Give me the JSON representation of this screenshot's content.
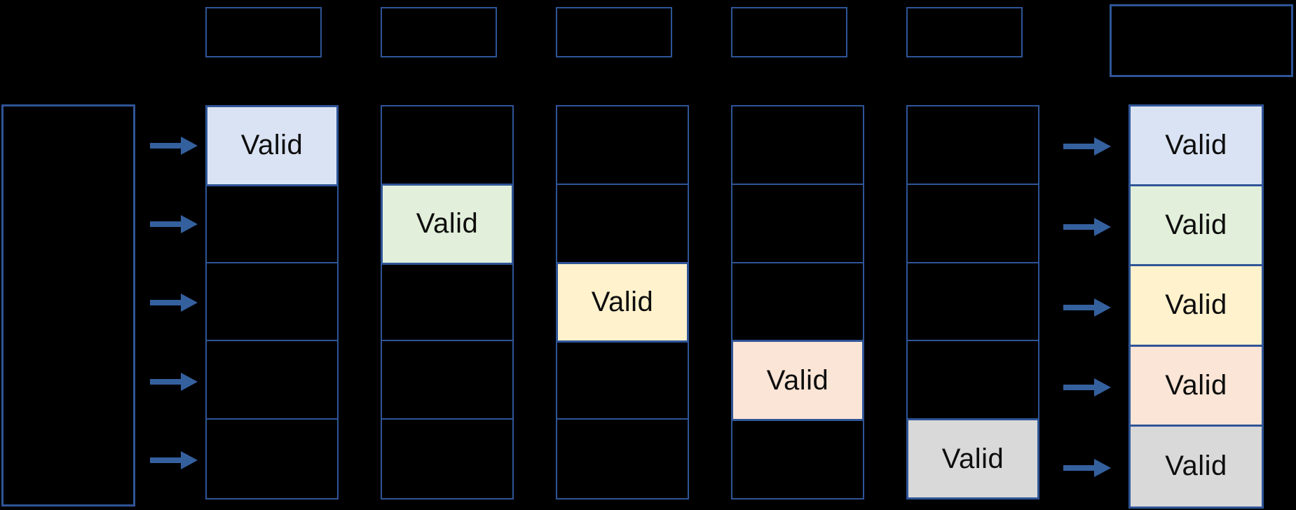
{
  "diagram": {
    "background": "#000000",
    "border_color": "#2f5597",
    "arrow_color": "#35609e",
    "text_color": "#0d0d0d",
    "fills": {
      "blue": "#dae3f3",
      "green": "#e2efda",
      "yellow": "#fff2cc",
      "orange": "#fbe5d6",
      "gray": "#d9d9d9"
    },
    "top_boxes": [
      {
        "label": ""
      },
      {
        "label": ""
      },
      {
        "label": ""
      },
      {
        "label": ""
      },
      {
        "label": ""
      }
    ],
    "top_right_box": {
      "label": ""
    },
    "left_box": {
      "label": ""
    },
    "columns": [
      {
        "cells": [
          {
            "label": "Valid",
            "fill": "blue"
          },
          {
            "label": "",
            "fill": ""
          },
          {
            "label": "",
            "fill": ""
          },
          {
            "label": "",
            "fill": ""
          },
          {
            "label": "",
            "fill": ""
          }
        ]
      },
      {
        "cells": [
          {
            "label": "",
            "fill": ""
          },
          {
            "label": "Valid",
            "fill": "green"
          },
          {
            "label": "",
            "fill": ""
          },
          {
            "label": "",
            "fill": ""
          },
          {
            "label": "",
            "fill": ""
          }
        ]
      },
      {
        "cells": [
          {
            "label": "",
            "fill": ""
          },
          {
            "label": "",
            "fill": ""
          },
          {
            "label": "Valid",
            "fill": "yellow"
          },
          {
            "label": "",
            "fill": ""
          },
          {
            "label": "",
            "fill": ""
          }
        ]
      },
      {
        "cells": [
          {
            "label": "",
            "fill": ""
          },
          {
            "label": "",
            "fill": ""
          },
          {
            "label": "",
            "fill": ""
          },
          {
            "label": "Valid",
            "fill": "orange"
          },
          {
            "label": "",
            "fill": ""
          }
        ]
      },
      {
        "cells": [
          {
            "label": "",
            "fill": ""
          },
          {
            "label": "",
            "fill": ""
          },
          {
            "label": "",
            "fill": ""
          },
          {
            "label": "",
            "fill": ""
          },
          {
            "label": "Valid",
            "fill": "gray"
          }
        ]
      }
    ],
    "result_column": {
      "cells": [
        {
          "label": "Valid",
          "fill": "blue"
        },
        {
          "label": "Valid",
          "fill": "green"
        },
        {
          "label": "Valid",
          "fill": "yellow"
        },
        {
          "label": "Valid",
          "fill": "orange"
        },
        {
          "label": "Valid",
          "fill": "gray"
        }
      ]
    }
  }
}
